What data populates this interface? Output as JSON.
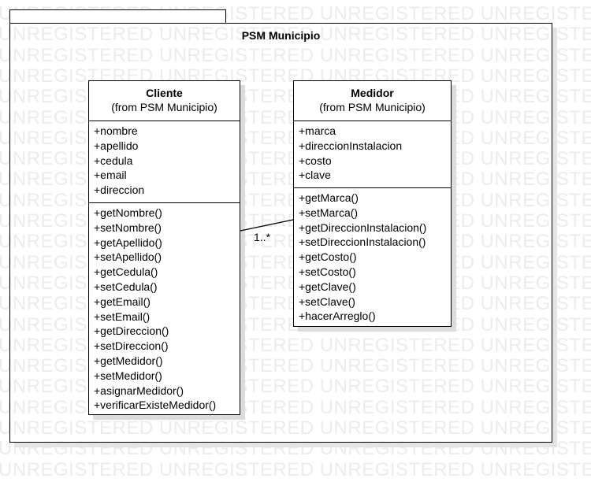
{
  "watermark_text": "UNREGISTERED UNREGISTERED UNREGISTERED UNREGISTERED",
  "package": {
    "title": "PSM Municipio"
  },
  "classes": {
    "cliente": {
      "name": "Cliente",
      "from": "(from PSM Municipio)",
      "attributes": [
        "+nombre",
        "+apellido",
        "+cedula",
        "+email",
        "+direccion"
      ],
      "operations": [
        "+getNombre()",
        "+setNombre()",
        "+getApellido()",
        "+setApellido()",
        "+getCedula()",
        "+setCedula()",
        "+getEmail()",
        "+setEmail()",
        "+getDireccion()",
        "+setDireccion()",
        "+getMedidor()",
        "+setMedidor()",
        "+asignarMedidor()",
        "+verificarExisteMedidor()"
      ]
    },
    "medidor": {
      "name": "Medidor",
      "from": "(from PSM Municipio)",
      "attributes": [
        "+marca",
        "+direccionInstalacion",
        "+costo",
        "+clave"
      ],
      "operations": [
        "+getMarca()",
        "+setMarca()",
        "+getDireccionInstalacion()",
        "+setDireccionInstalacion()",
        "+getCosto()",
        "+setCosto()",
        "+getClave()",
        "+setClave()",
        "+hacerArreglo()"
      ]
    }
  },
  "association": {
    "multiplicity": "1..*"
  }
}
